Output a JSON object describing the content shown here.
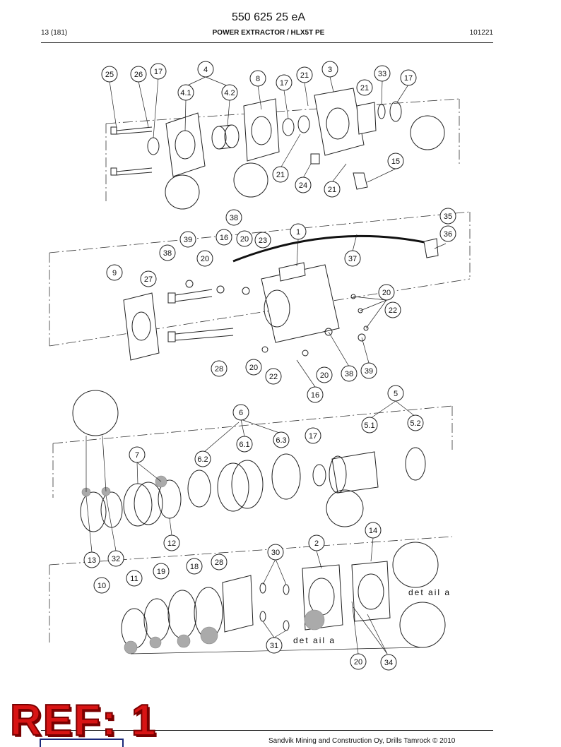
{
  "header": {
    "document_number": "550 625 25 eA",
    "page": "13 (181)",
    "title": "POWER EXTRACTOR / HLX5T PE",
    "date_code": "101221"
  },
  "details": {
    "detail_label": "det ail  a"
  },
  "footer": {
    "copyright": "Sandvik Mining and Construction Oy, Drills Tamrock © 2010"
  },
  "stamp": {
    "text": "REF: 1",
    "color": "#d81414"
  },
  "callouts": [
    "1",
    "2",
    "3",
    "4",
    "4.1",
    "4.2",
    "5",
    "5.1",
    "5.2",
    "6",
    "6.1",
    "6.2",
    "6.3",
    "7",
    "8",
    "9",
    "10",
    "11",
    "12",
    "13",
    "14",
    "15",
    "16",
    "17",
    "18",
    "19",
    "20",
    "21",
    "22",
    "23",
    "24",
    "25",
    "26",
    "27",
    "28",
    "30",
    "31",
    "32",
    "33",
    "34",
    "35",
    "36",
    "37",
    "38",
    "39"
  ]
}
